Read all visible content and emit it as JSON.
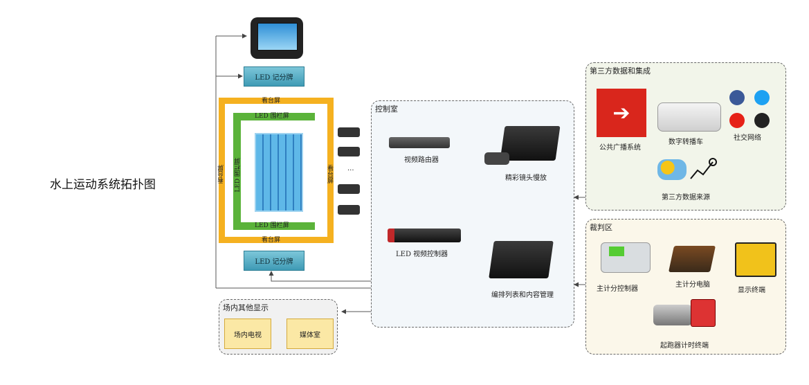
{
  "title": "水上运动系统拓扑图",
  "venue": {
    "top_board": "LED 记分牌",
    "bottom_board": "LED 记分牌",
    "stand_top": "看台屏",
    "stand_bottom": "看台屏",
    "stand_left": "看台屏",
    "stand_right": "看台屏",
    "fence_top": "LED 围栏屏",
    "fence_bottom": "LED 围栏屏",
    "fence_left": "LED 围栏屏",
    "camera_ellipsis": "..."
  },
  "control_room": {
    "label": "控制室",
    "router": "视频路由器",
    "slowmo": "精彩镜头慢放",
    "led_controller": "LED 视频控制器",
    "playlist": "编排列表和内容管理"
  },
  "third_party": {
    "label": "第三方数据和集成",
    "pa_system": "公共广播系统",
    "ob_van": "数字转播车",
    "social": "社交网络",
    "data_source": "第三方数据来源"
  },
  "judging": {
    "label": "裁判区",
    "main_controller": "主计分控制器",
    "main_pc": "主计分电脑",
    "display_terminal": "显示终端",
    "start_timer": "起跑器计时终端"
  },
  "other_displays": {
    "label": "场内其他显示",
    "tv": "场内电视",
    "media": "媒体室"
  },
  "colors": {
    "stand_screen": "#f5b120",
    "fence_screen": "#5bb33a",
    "pool": "#5fb8e8",
    "led_board": "#4aa6c2",
    "control_zone_bg": "#f3f7fa",
    "third_party_bg": "#f2f5ea",
    "judging_bg": "#fbf7ea",
    "pa_red": "#d9261c"
  }
}
